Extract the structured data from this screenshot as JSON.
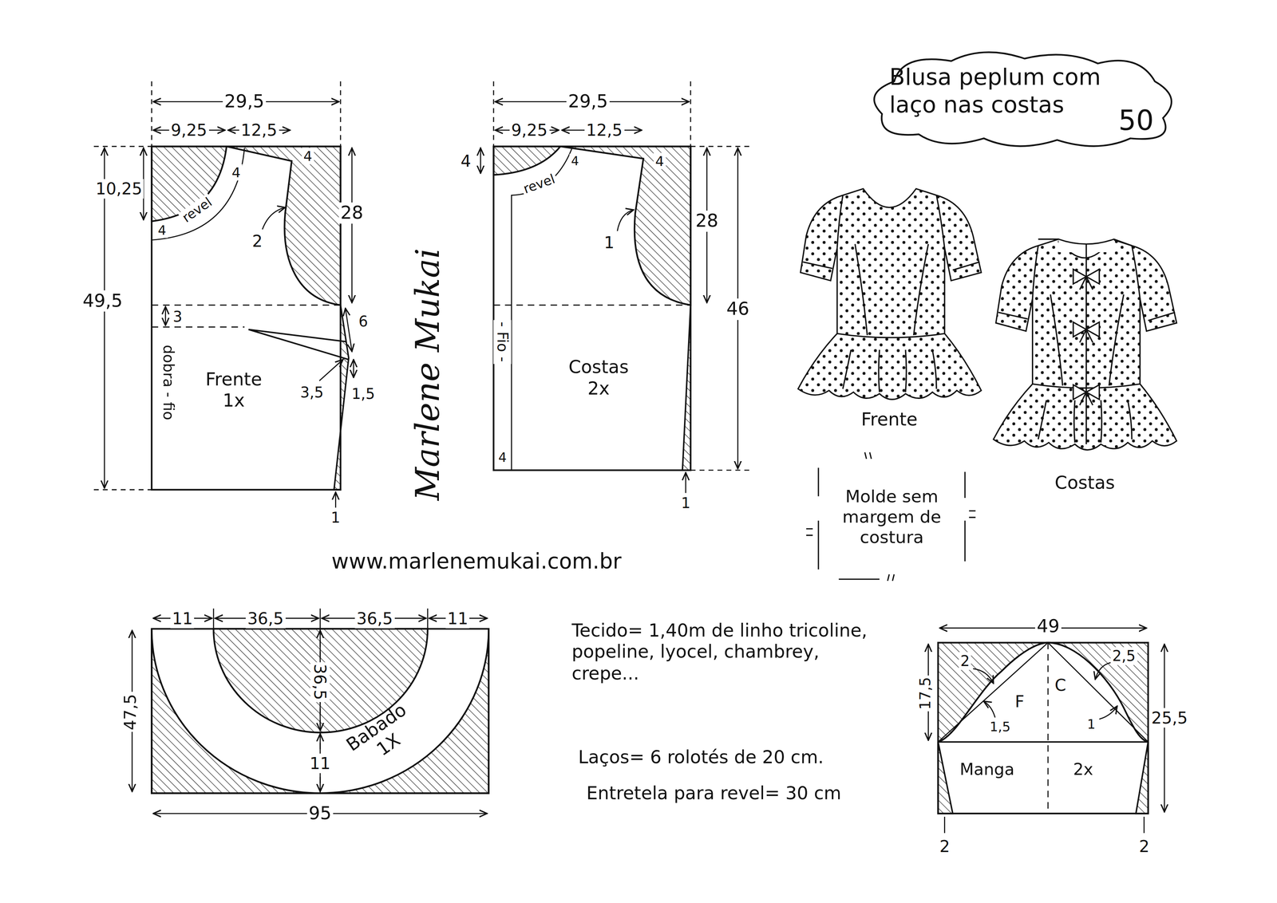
{
  "diagram": {
    "nodes": [
      {
        "text": [
          "Blusa peplum com laço nas costas",
          "50"
        ]
      },
      {
        "text": [
          "Frente 1x"
        ]
      },
      {
        "text": [
          "Costas 2x"
        ]
      },
      {
        "text": [
          "Molde sem margem de costura"
        ]
      },
      {
        "text": [
          "Babado 1X"
        ]
      },
      {
        "text": [
          "Manga",
          "2x"
        ]
      }
    ],
    "labels": [
      "29,5",
      "9,25",
      "12,5",
      "10,25",
      "49,5",
      "4",
      "4",
      "revel",
      "4",
      "2",
      "28",
      "3",
      "6",
      "dobra - fio",
      "3,5",
      "1,5",
      "1",
      "29,5",
      "9,25",
      "12,5",
      "4",
      "revel",
      "4",
      "4",
      "1",
      "28",
      "46",
      "- Fio -",
      "4",
      "1",
      "Marlene Mukai",
      "Frente",
      "Costas",
      "www.marlenemukai.com.br",
      "11",
      "36,5",
      "36,5",
      "11",
      "47,5",
      "36,5",
      "11",
      "95",
      "Tecido= 1,40m de linho tricoline, popeline, lyocel, chambrey, crepe...",
      "Laços= 6 rolotés de 20 cm.",
      "Entretela para revel= 30 cm",
      "49",
      "17,5",
      "25,5",
      "2",
      "F",
      "C",
      "2,5",
      "1,5",
      "1",
      "2",
      "2"
    ]
  }
}
